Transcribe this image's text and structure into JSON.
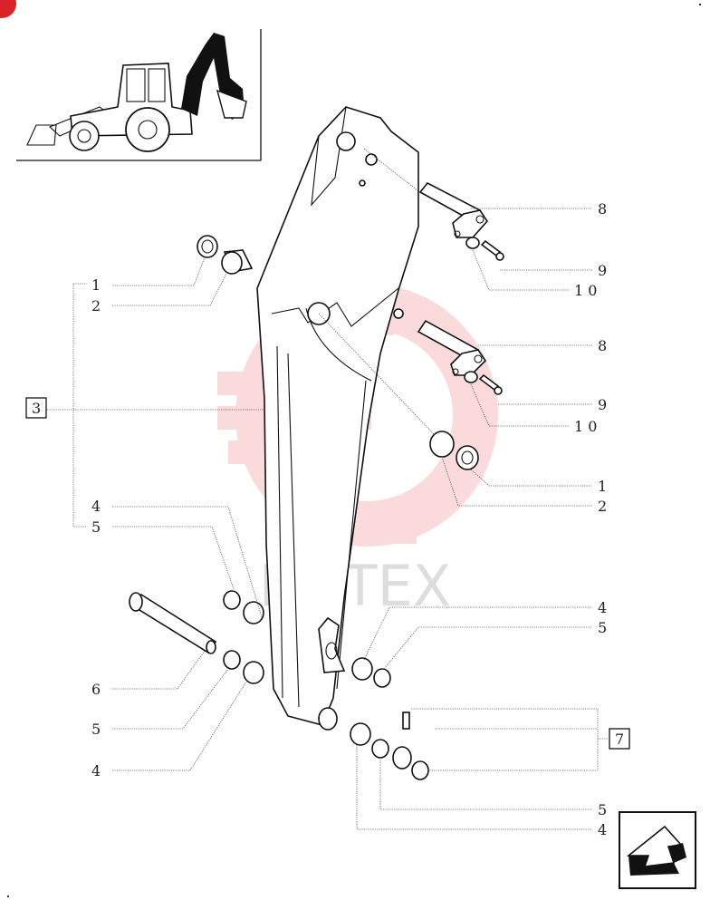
{
  "watermark": {
    "text": "ИНТЕХ",
    "color": "#e8202a"
  },
  "logo_color": "#d8232a",
  "callouts": {
    "c1a": "1",
    "c2a": "2",
    "c3": "3",
    "c4a": "4",
    "c5a": "5",
    "c8a": "8",
    "c9a": "9",
    "c10a": "1 0",
    "c8b": "8",
    "c9b": "9",
    "c10b": "1 0",
    "c1b": "1",
    "c2b": "2",
    "c4b": "4",
    "c5b": "5",
    "c6": "6",
    "c5c": "5",
    "c4c": "4",
    "c7": "7",
    "c5d": "5",
    "c4d": "4"
  },
  "icons": {
    "thumbnail": "backhoe-loader-thumbnail",
    "nav": "next-page-arrow-icon"
  }
}
